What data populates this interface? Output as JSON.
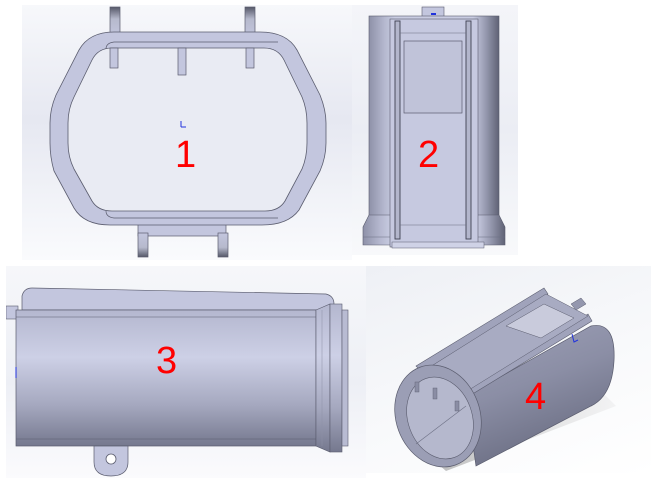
{
  "figure": {
    "panels": [
      {
        "id": 1,
        "label": "1",
        "view": "front-view-frame"
      },
      {
        "id": 2,
        "label": "2",
        "view": "top-view-housing"
      },
      {
        "id": 3,
        "label": "3",
        "view": "side-view-housing"
      },
      {
        "id": 4,
        "label": "4",
        "view": "isometric-view-housing"
      }
    ],
    "colors": {
      "label": "#ff0000",
      "part_fill": "#c3c6de",
      "part_edge": "#5a5c6e",
      "origin_marker": "#2233dd"
    }
  }
}
